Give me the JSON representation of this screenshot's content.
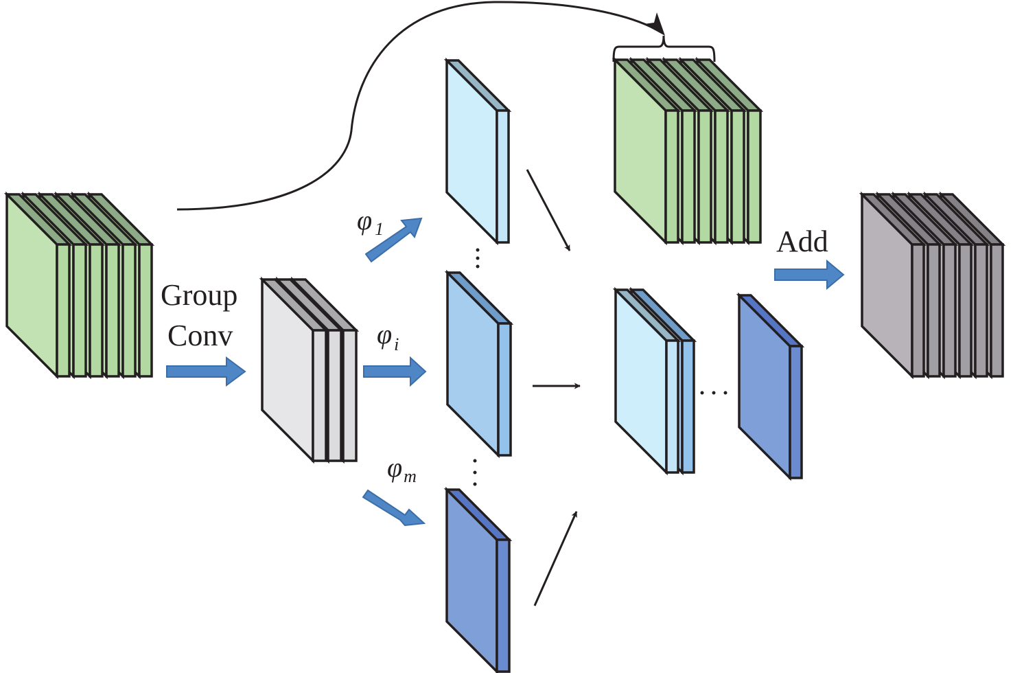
{
  "diagram": {
    "title": "Ghost-style group convolution module",
    "labels": {
      "group_conv_line1": "Group",
      "group_conv_line2": "Conv",
      "phi_symbol": "φ",
      "phi_1_sub": "1",
      "phi_i_sub": "i",
      "phi_m_sub": "m",
      "add": "Add",
      "ellipsis_horizontal": "· · ·"
    },
    "nodes": [
      {
        "id": "input-feature-maps",
        "kind": "stack",
        "slices": 6,
        "color": "green"
      },
      {
        "id": "group-conv-output",
        "kind": "stack",
        "slices": 3,
        "color": "gray-light"
      },
      {
        "id": "linear-op-map-1",
        "kind": "slice",
        "color": "light-blue"
      },
      {
        "id": "linear-op-map-i",
        "kind": "slice",
        "color": "mid-blue"
      },
      {
        "id": "linear-op-map-m",
        "kind": "slice",
        "color": "dark-blue"
      },
      {
        "id": "identity-feature-maps",
        "kind": "stack",
        "slices": 6,
        "color": "green"
      },
      {
        "id": "ghost-feature-maps",
        "kind": "stack",
        "slices": 3,
        "color": "blue-gradient"
      },
      {
        "id": "output-feature-maps",
        "kind": "stack",
        "slices": 6,
        "color": "gray-dark"
      }
    ],
    "edges": [
      {
        "from": "input-feature-maps",
        "to": "group-conv-output",
        "label": "Group Conv"
      },
      {
        "from": "group-conv-output",
        "to": "linear-op-map-1",
        "label": "φ1"
      },
      {
        "from": "group-conv-output",
        "to": "linear-op-map-i",
        "label": "φi"
      },
      {
        "from": "group-conv-output",
        "to": "linear-op-map-m",
        "label": "φm"
      },
      {
        "from": "input-feature-maps",
        "to": "identity-feature-maps",
        "label": "skip"
      },
      {
        "from": "ghost-feature-maps",
        "to": "output-feature-maps",
        "label": "Add"
      }
    ],
    "colors": {
      "green_face": "#c2e2b4",
      "green_side": "#b3d9a3",
      "green_top": "#8dab86",
      "gray_light_face": "#e6e6e8",
      "gray_light_side": "#dcdbdd",
      "gray_light_top": "#a9a9ab",
      "gray_dark_face": "#b7b3b8",
      "gray_dark_side": "#a29fa4",
      "gray_dark_top": "#848187",
      "blue1_face": "#cdeefa",
      "blue1_side": "#c2e6f8",
      "blue1_top": "#97b7c6",
      "blue2_face": "#a6ccee",
      "blue2_side": "#93c2ea",
      "blue2_top": "#6f9cc8",
      "blue3_face": "#7e9fd8",
      "blue3_side": "#6a8bcf",
      "blue3_top": "#5675c4",
      "arrow_fill": "#4f87c6",
      "outline": "#231f20"
    }
  }
}
